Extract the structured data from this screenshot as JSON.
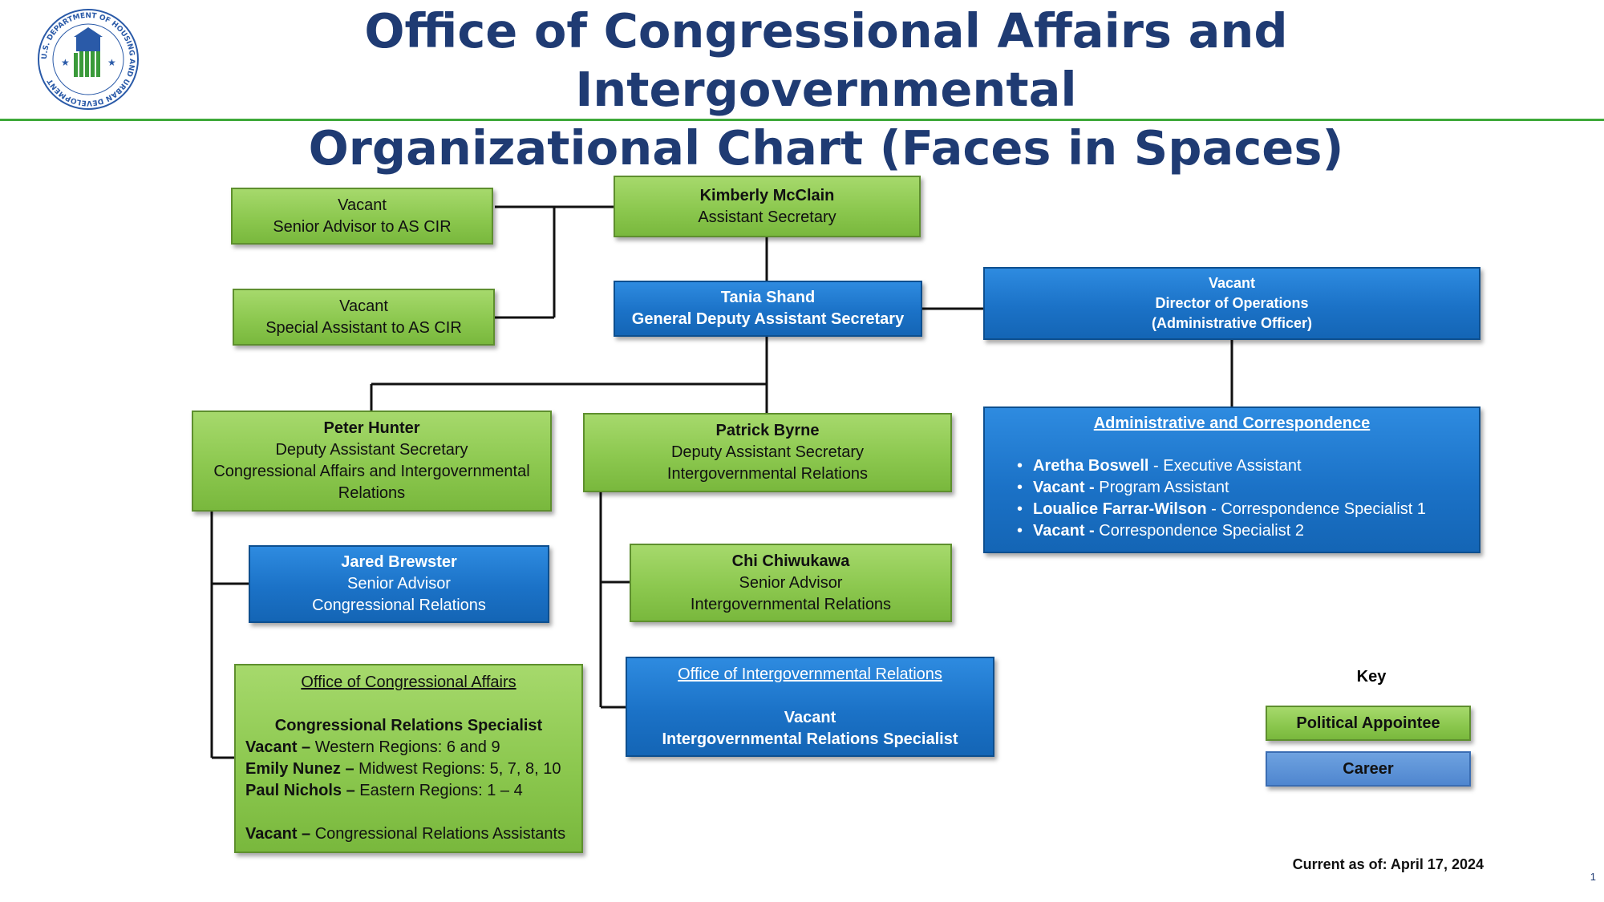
{
  "header": {
    "title_line1": "Office of Congressional Affairs and Intergovernmental",
    "title_line2": "Organizational Chart (Faces in Spaces)",
    "logo_text": "U.S. DEPARTMENT OF HOUSING AND URBAN DEVELOPMENT"
  },
  "colors": {
    "political": "#8cc84f",
    "career": "#1b72c7",
    "title": "#1f3b73",
    "rule": "#3fa93a"
  },
  "boxes": {
    "as": {
      "name": "Kimberly McClain",
      "title": "Assistant Secretary"
    },
    "senior_advisor_as": {
      "name": "Vacant",
      "title": "Senior Advisor to AS CIR"
    },
    "special_assistant_as": {
      "name": "Vacant",
      "title": "Special Assistant to AS CIR"
    },
    "gdas": {
      "name": "Tania Shand",
      "title": "General Deputy Assistant Secretary"
    },
    "director_ops": {
      "name": "Vacant",
      "title": "Director of Operations",
      "subtitle": "(Administrative Officer)"
    },
    "admin_corr": {
      "heading": "Administrative and Correspondence",
      "items": [
        {
          "name": "Aretha Boswell",
          "sep": " - ",
          "role": "Executive Assistant"
        },
        {
          "name": "Vacant -",
          "sep": " ",
          "role": "Program Assistant"
        },
        {
          "name": "Loualice Farrar-Wilson",
          "sep": " - ",
          "role": "Correspondence Specialist 1"
        },
        {
          "name": "Vacant -",
          "sep": " ",
          "role": "Correspondence Specialist 2"
        }
      ]
    },
    "das_cair": {
      "name": "Peter Hunter",
      "title": "Deputy Assistant Secretary",
      "line3": "Congressional Affairs and Intergovernmental",
      "line4": "Relations"
    },
    "das_igr": {
      "name": "Patrick Byrne",
      "title": "Deputy Assistant Secretary",
      "line3": "Intergovernmental Relations"
    },
    "sa_congress": {
      "name": "Jared Brewster",
      "title": "Senior Advisor",
      "line3": "Congressional Relations"
    },
    "sa_igr": {
      "name": "Chi Chiwukawa",
      "title": "Senior Advisor",
      "line3": "Intergovernmental Relations"
    },
    "oca": {
      "heading": "Office of Congressional Affairs",
      "subheading": "Congressional Relations Specialist",
      "rows": [
        {
          "name": "Vacant –",
          "text": " Western Regions: 6 and 9"
        },
        {
          "name": "Emily Nunez –",
          "text": " Midwest Regions: 5, 7, 8, 10"
        },
        {
          "name": "Paul Nichols –",
          "text": " Eastern Regions: 1 – 4"
        }
      ],
      "footer": {
        "name": "Vacant –",
        "text": " Congressional Relations Assistants"
      }
    },
    "oigr": {
      "heading": "Office of Intergovernmental Relations",
      "name": "Vacant",
      "title": "Intergovernmental Relations Specialist"
    }
  },
  "key": {
    "title": "Key",
    "political": "Political Appointee",
    "career": "Career"
  },
  "footer": {
    "current": "Current as of: April 17, 2024",
    "page": "1"
  }
}
